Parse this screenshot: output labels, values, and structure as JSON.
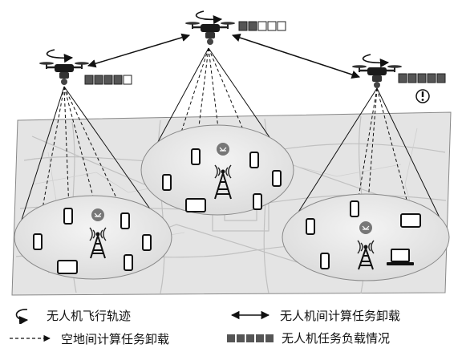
{
  "uavs": [
    {
      "id": "uav-left",
      "load_total": 5,
      "load_filled": 4,
      "alert": false
    },
    {
      "id": "uav-center",
      "load_total": 5,
      "load_filled": 2,
      "alert": false
    },
    {
      "id": "uav-right",
      "load_total": 5,
      "load_filled": 5,
      "alert": true
    }
  ],
  "legend": {
    "trajectory": "无人机飞行轨迹",
    "uav_offload": "无人机间计算任务卸载",
    "ground_offload": "空地间计算任务卸载",
    "uav_load": "无人机任务负载情况"
  },
  "colors": {
    "filled_square": "#555555",
    "empty_square": "#ffffff",
    "map_bg": "#e6e6e6",
    "cell_bg": "#eeeeee"
  }
}
